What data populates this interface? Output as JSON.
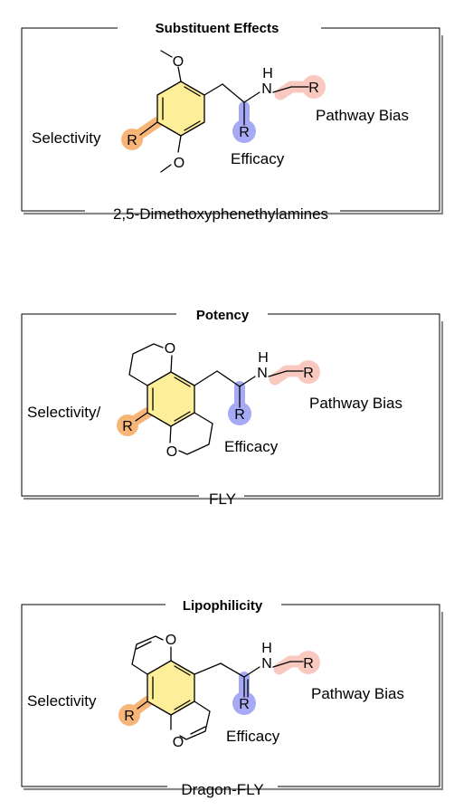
{
  "colors": {
    "orange": "#f7b577",
    "yellow": "#fdee9a",
    "blue": "#a6a9f3",
    "pink": "#f9c9c0"
  },
  "panels": [
    {
      "title": "Substituent Effects",
      "caption": "2,5-Dimethoxyphenethylamines",
      "labels": {
        "left": "Selectivity",
        "efficacy": "Efficacy",
        "pathway": "Pathway Bias"
      },
      "atoms": {
        "o_top": "O",
        "o_bottom": "O",
        "r_aryl": "R",
        "r_alpha": "R",
        "nh_h": "H",
        "nh_n": "N",
        "r_n": "R"
      }
    },
    {
      "title": "Potency",
      "caption": "FLY",
      "labels": {
        "left": "Selectivity/",
        "efficacy": "Efficacy",
        "pathway": "Pathway Bias"
      },
      "atoms": {
        "o_top": "O",
        "o_bottom": "O",
        "r_aryl": "R",
        "r_alpha": "R",
        "nh_h": "H",
        "nh_n": "N",
        "r_n": "R"
      }
    },
    {
      "title": "Lipophilicity",
      "caption": "Dragon-FLY",
      "labels": {
        "left": "Selectivity",
        "efficacy": "Efficacy",
        "pathway": "Pathway Bias"
      },
      "atoms": {
        "o_top": "O",
        "o_bottom": "O",
        "r_aryl": "R",
        "r_alpha": "R",
        "nh_h": "H",
        "nh_n": "N",
        "r_n": "R"
      }
    }
  ]
}
